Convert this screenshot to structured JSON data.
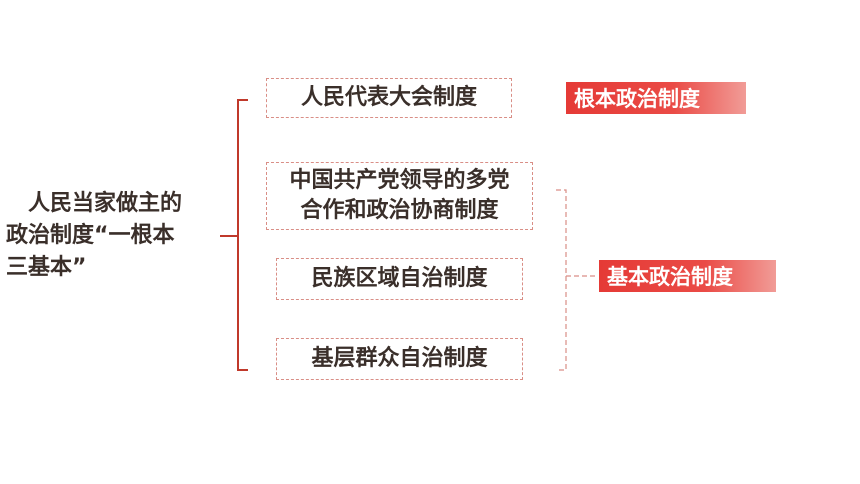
{
  "title": "　人民当家做主的\n政治制度“一根本\n三基本”",
  "items": [
    "人民代表大会制度",
    "中国共产党领导的多党\n合作和政治协商制度",
    "民族区域自治制度",
    "基层群众自治制度"
  ],
  "tags": {
    "root": "根本政治制度",
    "basic": "基本政治制度"
  },
  "colors": {
    "bracket": "#c0392b",
    "box_border": "#d98e86",
    "tag_bg": "#e53a36",
    "text": "#3a2f2a"
  }
}
